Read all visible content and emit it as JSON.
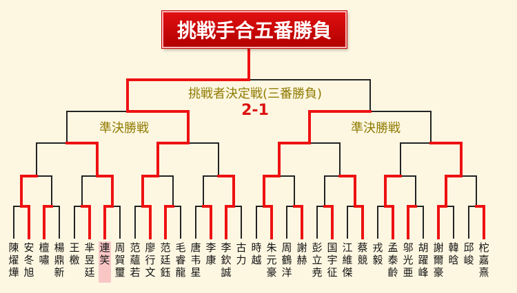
{
  "title": "挑戦手合五番勝負",
  "final_label": "挑戦者決定戦(三番勝負)",
  "final_score": "2-1",
  "semifinal_label_left": "準決勝戦",
  "semifinal_label_right": "準決勝戦",
  "colors": {
    "winner_line": "#ee1111",
    "loser_line": "#222222",
    "title_bg": "#cc0000",
    "label_text": "#8f7a00",
    "highlight": "#f9c6c6"
  },
  "players": [
    {
      "name": "陳燿燁"
    },
    {
      "name": "安冬旭"
    },
    {
      "name": "檀嘯"
    },
    {
      "name": "楊鼎新"
    },
    {
      "name": "王檄"
    },
    {
      "name": "芈昱廷"
    },
    {
      "name": "連笑",
      "highlight": true
    },
    {
      "name": "周賀璽"
    },
    {
      "name": "范蘊若"
    },
    {
      "name": "廖行文"
    },
    {
      "name": "范廷鈺"
    },
    {
      "name": "毛睿龍"
    },
    {
      "name": "唐韦星"
    },
    {
      "name": "李康"
    },
    {
      "name": "李欽誠"
    },
    {
      "name": "古力"
    },
    {
      "name": "時越"
    },
    {
      "name": "朱元豪"
    },
    {
      "name": "周鶴洋"
    },
    {
      "name": "謝赫"
    },
    {
      "name": "彭立尭"
    },
    {
      "name": "国宇征"
    },
    {
      "name": "江維傑"
    },
    {
      "name": "蔡競"
    },
    {
      "name": "戎毅"
    },
    {
      "name": "孟泰齡"
    },
    {
      "name": "邬光亜"
    },
    {
      "name": "胡躍峰"
    },
    {
      "name": "謝爾豪"
    },
    {
      "name": "韓晗"
    },
    {
      "name": "邱峻"
    },
    {
      "name": "柁嘉熹"
    }
  ],
  "rounds": {
    "r1_winners": [
      1,
      0,
      1,
      0,
      1,
      0,
      1,
      0,
      1,
      1,
      1,
      1,
      1,
      0,
      0,
      1
    ],
    "r2_winners": [
      0,
      1,
      0,
      1,
      0,
      1,
      0,
      0
    ],
    "r3_winners": [
      1,
      0,
      0,
      1
    ],
    "r4_winners": [
      1,
      0
    ],
    "final_winner": 0
  }
}
